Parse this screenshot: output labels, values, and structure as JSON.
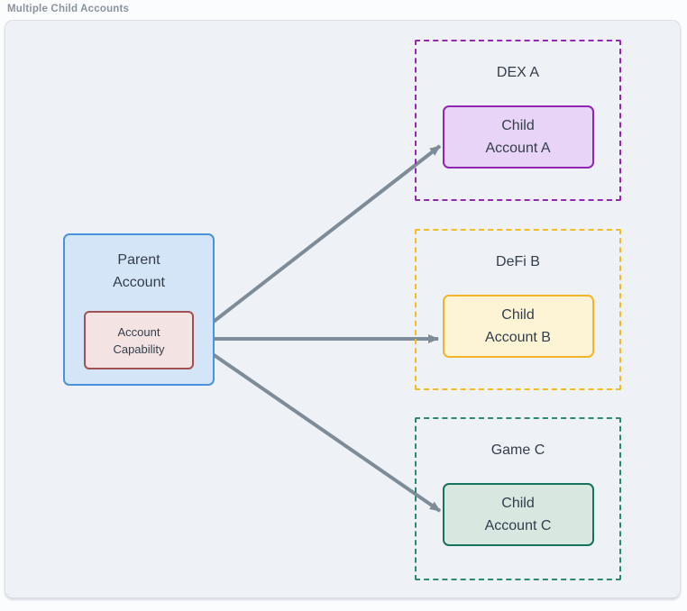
{
  "title": "Multiple Child Accounts",
  "parent": {
    "label_line1": "Parent",
    "label_line2": "Account",
    "capability": {
      "line1": "Account",
      "line2": "Capability"
    }
  },
  "groups": [
    {
      "name": "DEX A",
      "child": {
        "line1": "Child",
        "line2": "Account A"
      }
    },
    {
      "name": "DeFi B",
      "child": {
        "line1": "Child",
        "line2": "Account B"
      }
    },
    {
      "name": "Game C",
      "child": {
        "line1": "Child",
        "line2": "Account C"
      }
    }
  ],
  "edges": [
    {
      "from": "Account Capability",
      "to": "Child Account A"
    },
    {
      "from": "Account Capability",
      "to": "Child Account B"
    },
    {
      "from": "Account Capability",
      "to": "Child Account C"
    }
  ],
  "colors": {
    "canvas_bg": "#eef1f5",
    "canvas_border": "#d9dee4",
    "title_text": "#8b939e",
    "node_text": "#333e4c",
    "parent_fill": "#d4e5f7",
    "parent_border": "#4992dc",
    "capability_fill": "#f4e3e3",
    "capability_border": "#a05252",
    "dex_group_border": "#9428b4",
    "dex_child_fill": "#e8d4f6",
    "dex_child_border": "#9026b1",
    "defi_group_border": "#f5bb23",
    "defi_child_fill": "#fdf3d5",
    "defi_child_border": "#f2b52a",
    "game_group_border": "#2b8b72",
    "game_child_fill": "#d8e7e0",
    "game_child_border": "#17735c",
    "arrow": "#7e8c99"
  }
}
